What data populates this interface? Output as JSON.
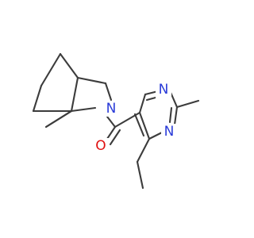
{
  "atoms": [
    {
      "id": "N_amide",
      "symbol": "N",
      "color": "#2a3bd8"
    },
    {
      "id": "O_carbonyl",
      "symbol": "O",
      "color": "#e01010"
    },
    {
      "id": "N_pyr_1",
      "symbol": "N",
      "color": "#2a3bd8"
    },
    {
      "id": "N_pyr_3",
      "symbol": "N",
      "color": "#2a3bd8"
    }
  ]
}
